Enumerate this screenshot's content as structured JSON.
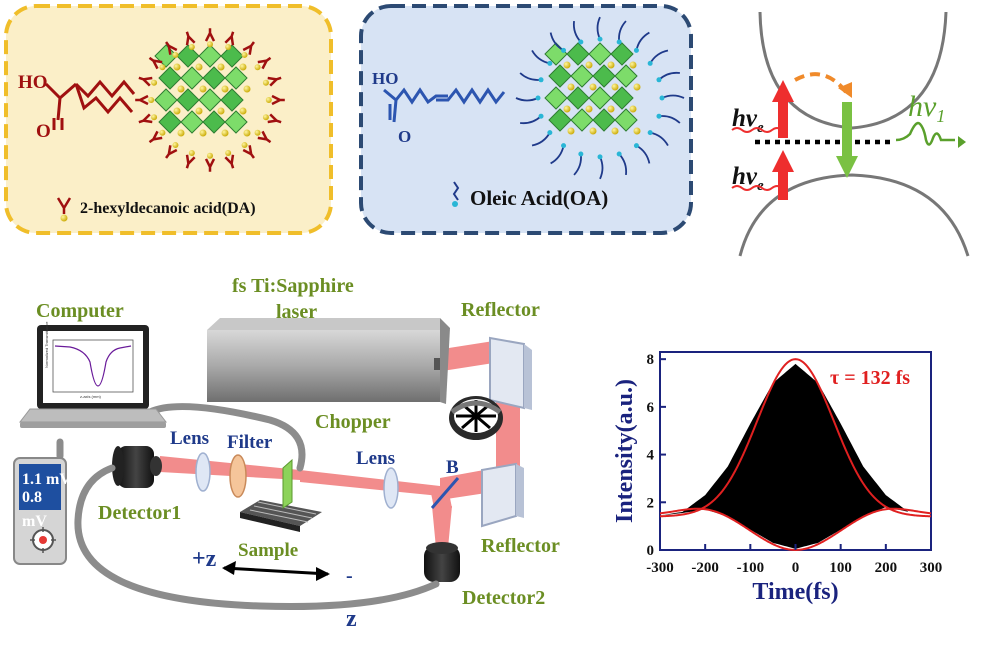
{
  "panel_da": {
    "ho": "HO",
    "o": "O",
    "label": "2-hexyldecanoic acid(DA)",
    "bg": "#fbefc8",
    "border": "#f0be2a"
  },
  "panel_oa": {
    "ho": "HO",
    "o": "O",
    "label": "Oleic Acid(OA)",
    "bg": "#d7e3f4",
    "border": "#2c4a73"
  },
  "energy": {
    "hve_symbol": "hv",
    "hve_sub": "e",
    "hv1_symbol": "hv",
    "hv1_sub": "1"
  },
  "setup": {
    "laser_line1": "fs Ti:Sapphire",
    "laser_line2": "laser",
    "computer": "Computer",
    "reflector_top": "Reflector",
    "reflector_bottom": "Reflector",
    "chopper": "Chopper",
    "lens1": "Lens",
    "filter": "Filter",
    "lens2": "Lens",
    "b": "B",
    "detector1": "Detector1",
    "detector2": "Detector2",
    "sample": "Sample",
    "plus_z": "+z",
    "minus": "-",
    "z": "z",
    "meter_line1": "1.1 mV",
    "meter_line2": "0.8",
    "meter_line3": "mV",
    "screen_title": "Normalized Transmittance",
    "screen_xlabel": "z-axis (mm)"
  },
  "chart_data": {
    "type": "area",
    "annotation": "τ = 132 fs",
    "xlabel": "Time(fs)",
    "ylabel": "Intensity(a.u.)",
    "xlim": [
      -300,
      300
    ],
    "ylim": [
      0,
      8.3
    ],
    "xticks": [
      -300,
      -200,
      -100,
      0,
      100,
      200,
      300
    ],
    "yticks": [
      0,
      2,
      4,
      6,
      8
    ],
    "fit_peak": 8.0,
    "fit_baseline": 0.0,
    "fit_fwhm_fs": 200,
    "lower_envelope": [
      {
        "x": -300,
        "y": 1.45
      },
      {
        "x": -250,
        "y": 1.55
      },
      {
        "x": -200,
        "y": 1.7
      },
      {
        "x": -150,
        "y": 1.4
      },
      {
        "x": -100,
        "y": 0.85
      },
      {
        "x": -50,
        "y": 0.3
      },
      {
        "x": 0,
        "y": 0.05
      },
      {
        "x": 50,
        "y": 0.3
      },
      {
        "x": 100,
        "y": 0.85
      },
      {
        "x": 150,
        "y": 1.4
      },
      {
        "x": 200,
        "y": 1.8
      },
      {
        "x": 250,
        "y": 1.6
      },
      {
        "x": 300,
        "y": 1.4
      }
    ],
    "upper_envelope": [
      {
        "x": -300,
        "y": 1.45
      },
      {
        "x": -250,
        "y": 1.6
      },
      {
        "x": -200,
        "y": 2.3
      },
      {
        "x": -150,
        "y": 3.5
      },
      {
        "x": -100,
        "y": 5.3
      },
      {
        "x": -50,
        "y": 7.0
      },
      {
        "x": 0,
        "y": 7.8
      },
      {
        "x": 50,
        "y": 7.0
      },
      {
        "x": 100,
        "y": 5.3
      },
      {
        "x": 150,
        "y": 3.5
      },
      {
        "x": 200,
        "y": 2.3
      },
      {
        "x": 250,
        "y": 1.6
      },
      {
        "x": 300,
        "y": 1.4
      }
    ],
    "colors": {
      "fill": "#000000",
      "fit": "#e02020",
      "axis": "#1a237e"
    }
  }
}
